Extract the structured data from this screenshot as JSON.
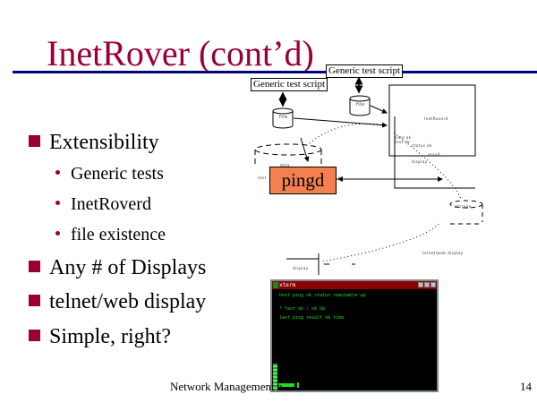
{
  "slide": {
    "title": "InetRover (cont’d)",
    "bullets": [
      {
        "text": "Extensibility",
        "sub": [
          "Generic tests",
          "InetRoverd",
          "file existence"
        ]
      },
      {
        "text": "Any # of Displays",
        "sub": []
      },
      {
        "text": "telnet/web display",
        "sub": []
      },
      {
        "text": "Simple, right?",
        "sub": []
      }
    ],
    "footer": "Network Management a",
    "page_number": "14"
  },
  "diagram": {
    "script_box_1": "Generic test script",
    "script_box_2": "Generic test script",
    "file_1": "file",
    "file_2": "file",
    "process_box": "pingd",
    "terminal": {
      "title": "xterm",
      "lines": [
        "host  ping  ok    status  reachable   up",
        "* fast  ok    : ok           Up",
        "last  ping  result  ok  time"
      ]
    }
  },
  "colors": {
    "title": "#990033",
    "rule": "#000080",
    "bullet": "#990033",
    "pingd_fill": "#f4804f",
    "terminal_bar": "#8b0000",
    "terminal_text": "#22dd22"
  }
}
